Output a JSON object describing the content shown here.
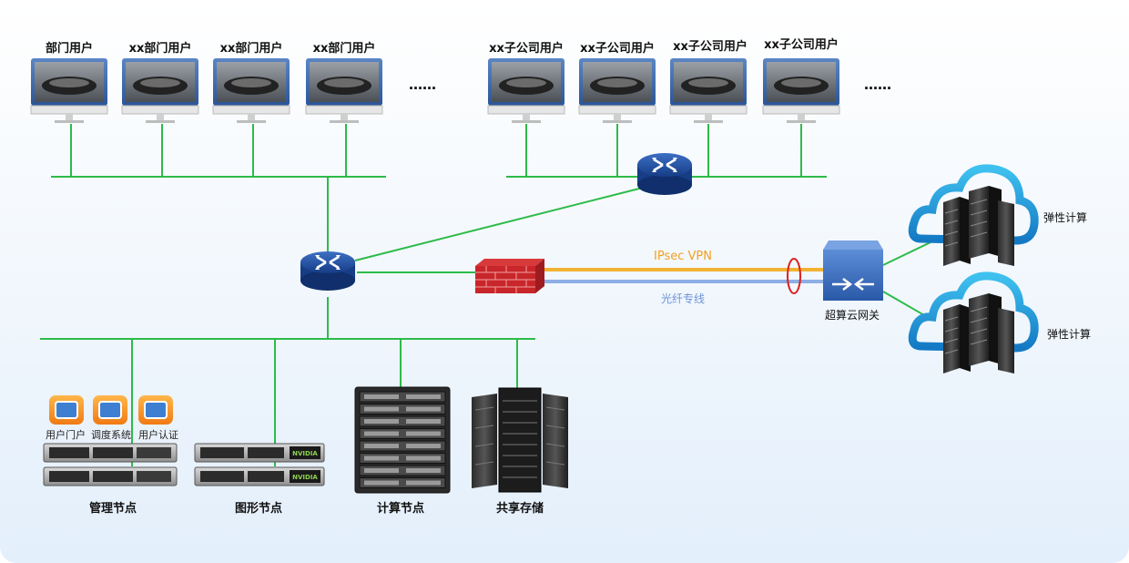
{
  "department_users": [
    "部门用户",
    "xx部门用户",
    "xx部门用户",
    "xx部门用户"
  ],
  "subsidiary_users": [
    "xx子公司用户",
    "xx子公司用户",
    "xx子公司用户",
    "xx子公司用户"
  ],
  "ellipsis": "……",
  "links": {
    "ipsec_label": "IPsec VPN",
    "fiber_label": "光纤专线",
    "ipsec_color": "#f2b233",
    "fiber_color": "#8eaee6",
    "lan_color": "#2dbb4a"
  },
  "gateway_label": "超算云网关",
  "cloud_labels": [
    "弹性计算",
    "弹性计算"
  ],
  "software_labels": [
    "用户门户",
    "调度系统",
    "用户认证"
  ],
  "node_labels": [
    "管理节点",
    "图形节点",
    "计算节点",
    "共享存储"
  ],
  "gpu_brand": "NVIDIA"
}
